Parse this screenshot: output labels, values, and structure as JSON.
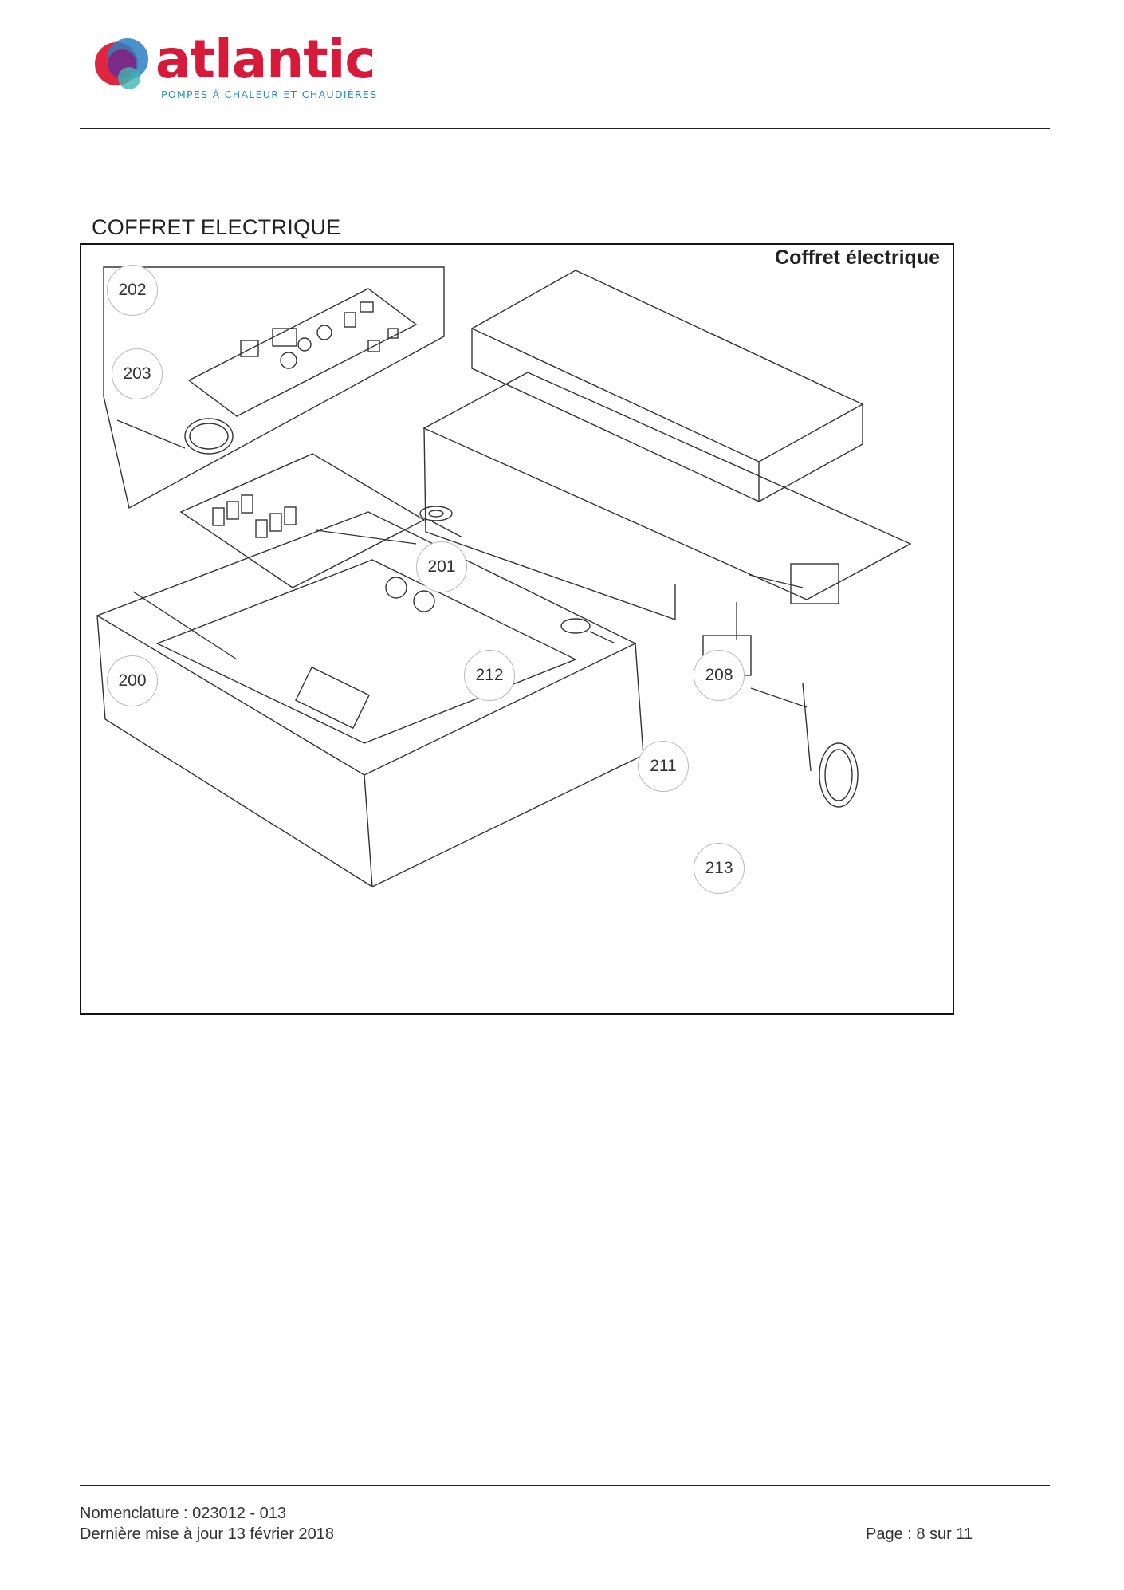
{
  "header": {
    "brand_name": "atlantic",
    "tagline": "POMPES À CHALEUR ET CHAUDIÈRES",
    "brand_color": "#d7193a",
    "tagline_color": "#1f8fb5"
  },
  "section": {
    "title": "COFFRET ELECTRIQUE"
  },
  "diagram": {
    "caption": "Coffret électrique",
    "callouts": [
      "200",
      "201",
      "202",
      "203",
      "208",
      "211",
      "212",
      "213"
    ]
  },
  "footer": {
    "nomenclature": "Nomenclature : 023012 - 013",
    "last_update": "Dernière mise à jour 13 février 2018",
    "page": "Page : 8 sur 11"
  }
}
